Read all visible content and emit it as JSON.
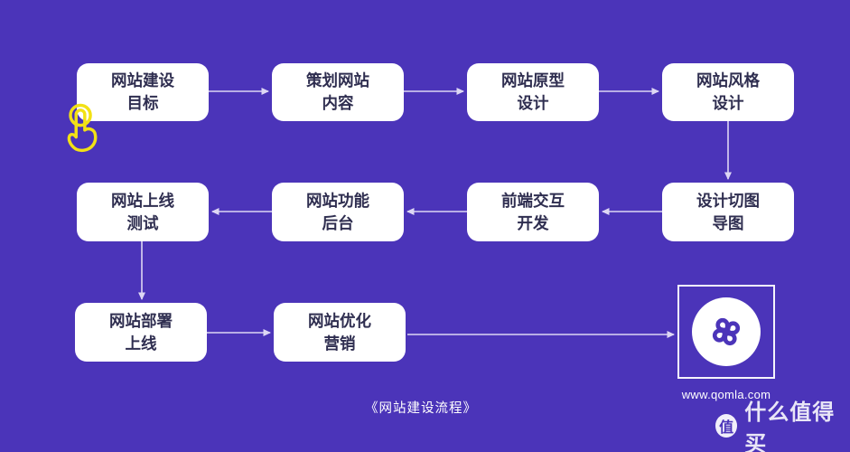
{
  "colors": {
    "background": "#4B34B9",
    "node_background": "#FFFFFF",
    "node_text": "#2F2E50",
    "connector": "#DDD7F4",
    "hand_icon": "#F2E115",
    "logo_mark": "#4B34B9"
  },
  "diagram": {
    "caption": "《网站建设流程》",
    "rows": [
      {
        "nodes": [
          {
            "line1": "网站建设",
            "line2": "目标"
          },
          {
            "line1": "策划网站",
            "line2": "内容"
          },
          {
            "line1": "网站原型",
            "line2": "设计"
          },
          {
            "line1": "网站风格",
            "line2": "设计"
          }
        ]
      },
      {
        "nodes": [
          {
            "line1": "网站上线",
            "line2": "测试"
          },
          {
            "line1": "网站功能",
            "line2": "后台"
          },
          {
            "line1": "前端交互",
            "line2": "开发"
          },
          {
            "line1": "设计切图",
            "line2": "导图"
          }
        ]
      },
      {
        "nodes": [
          {
            "line1": "网站部署",
            "line2": "上线"
          },
          {
            "line1": "网站优化",
            "line2": "营销"
          }
        ]
      }
    ]
  },
  "logo": {
    "site_url": "www.qomla.com"
  },
  "watermark": {
    "badge_char": "值",
    "brand_text": "什么值得买"
  }
}
